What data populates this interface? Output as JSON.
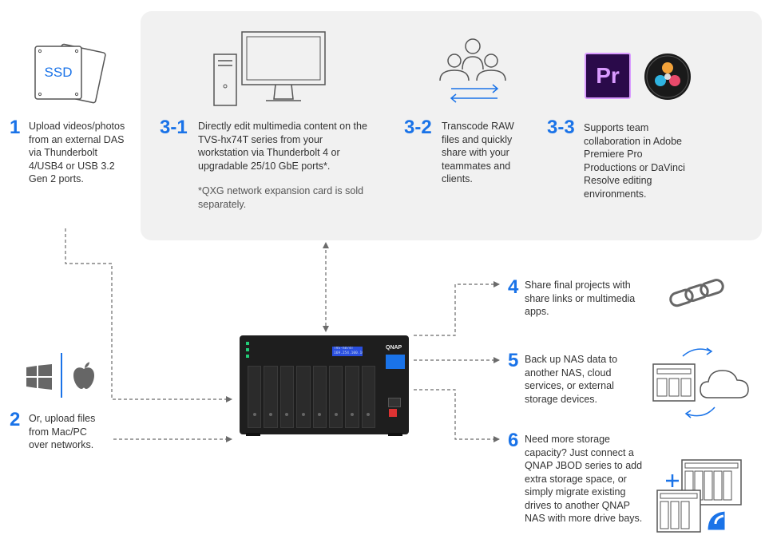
{
  "icons": {
    "ssd_label": "SSD",
    "premiere_label": "Pr",
    "nas_brand": "QNAP",
    "nas_display_line1": "TVS-h874T",
    "nas_display_line2": "169.254.100.100"
  },
  "steps": {
    "s1": {
      "num": "1",
      "text": "Upload videos/photos from an external DAS via Thunderbolt 4/USB4 or USB 3.2 Gen 2 ports."
    },
    "s2": {
      "num": "2",
      "text": "Or, upload files from Mac/PC over networks."
    },
    "s3_1": {
      "num": "3-1",
      "text": "Directly edit multimedia content on the TVS-hx74T series from your workstation via Thunderbolt 4 or upgradable 25/10 GbE ports*.",
      "note": "*QXG network expansion card is sold separately."
    },
    "s3_2": {
      "num": "3-2",
      "text": "Transcode RAW files and quickly share with your teammates and clients."
    },
    "s3_3": {
      "num": "3-3",
      "text": "Supports team collaboration in Adobe Premiere Pro Productions or DaVinci Resolve editing environments."
    },
    "s4": {
      "num": "4",
      "text": "Share final projects with share links or multimedia apps."
    },
    "s5": {
      "num": "5",
      "text": "Back up NAS data to another NAS, cloud services, or external storage devices."
    },
    "s6": {
      "num": "6",
      "text": "Need more storage capacity? Just connect a QNAP JBOD series to add extra storage space, or simply migrate existing drives to another QNAP NAS with more drive bays."
    }
  },
  "colors": {
    "accent": "#1a73e8",
    "panel": "#f1f1f1",
    "line": "#6b6b6b",
    "premiere_bg": "#2a0a4a",
    "premiere_fg": "#d99bff"
  }
}
